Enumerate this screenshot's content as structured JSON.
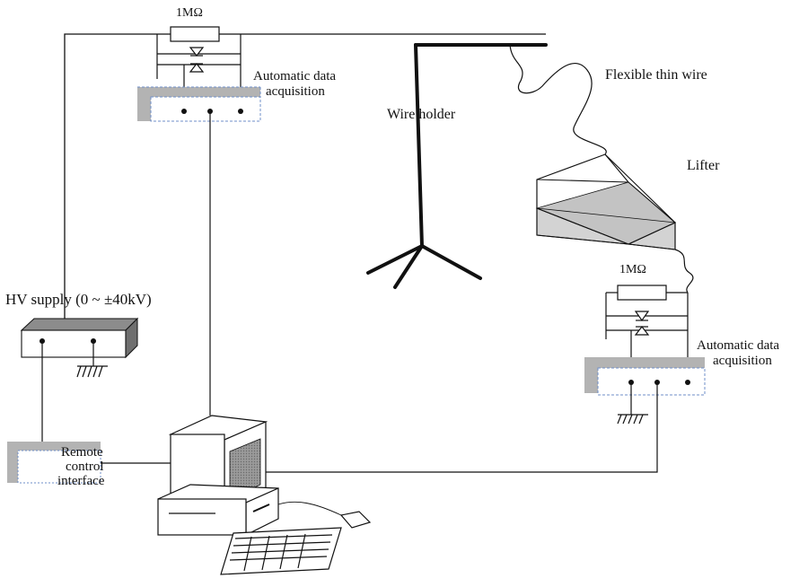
{
  "labels": {
    "resistor_top": "1MΩ",
    "resistor_right": "1MΩ",
    "daq_top_line1": "Automatic data",
    "daq_top_line2": "acquisition",
    "daq_right_line1": "Automatic data",
    "daq_right_line2": "acquisition",
    "wire_holder": "Wire holder",
    "flexible_wire": "Flexible thin wire",
    "lifter": "Lifter",
    "hv_supply": "HV supply (0 ~ ±40kV)",
    "remote_line1": "Remote",
    "remote_line2": "control",
    "remote_line3": "interface"
  },
  "colors": {
    "line": "#111111",
    "device_fill": "#b3b3b3",
    "dashed_border": "#6f8fc9",
    "screen_fill": "#8c8c8c",
    "lifter_shade": "#c8c8c8"
  }
}
